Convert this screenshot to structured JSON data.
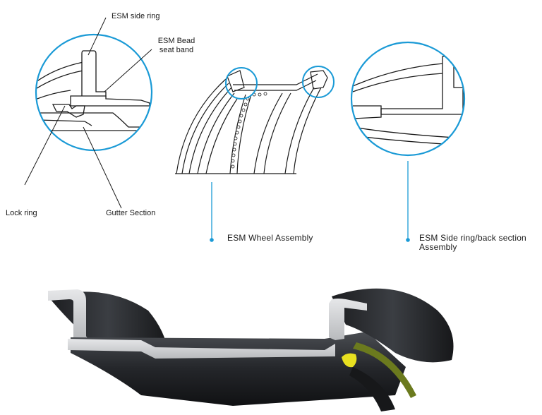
{
  "labels": {
    "esm_side_ring": "ESM side ring",
    "esm_bead_seat_band_line1": "ESM Bead",
    "esm_bead_seat_band_line2": "seat band",
    "lock_ring": "Lock ring",
    "gutter_section": "Gutter Section",
    "wheel_assembly": "ESM Wheel Assembly",
    "side_ring_assembly_line1": "ESM Side ring/back section",
    "side_ring_assembly_line2": "Assembly"
  },
  "colors": {
    "accent": "#1a9ad6",
    "line": "#1a1a1a",
    "rim_dark": "#2a2c30",
    "rim_light": "#d4d6d8",
    "lock_ring": "#e8e020",
    "band_green": "#6b7a1e"
  }
}
